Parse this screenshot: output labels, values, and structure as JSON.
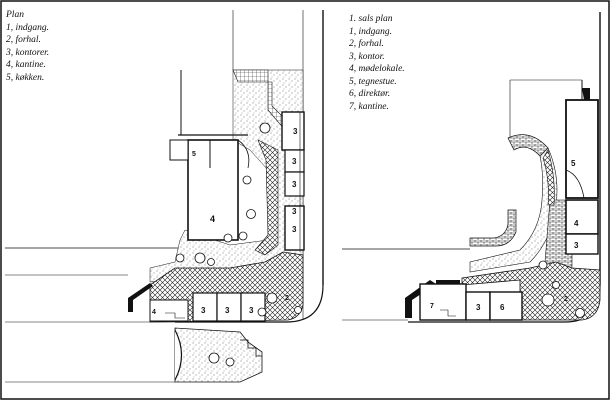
{
  "left_plan": {
    "title": "Plan",
    "items": [
      "1, indgang.",
      "2, forhal.",
      "3, kontorer.",
      "4, kantine.",
      "5, køkken."
    ],
    "room_labels": {
      "r3a": "3",
      "r3b": "3",
      "r3c": "3",
      "r3d": "3",
      "r3e": "3",
      "r3f": "3",
      "r3g": "3",
      "r3h": "3",
      "r4a": "4",
      "r4b": "4",
      "r5": "5",
      "r2": "2"
    }
  },
  "right_plan": {
    "title": "1. sals plan",
    "items": [
      "1, indgang.",
      "2, forhal.",
      "3, kontor.",
      "4, mødelokale.",
      "5, tegnestue.",
      "6, direktør.",
      "7, kantine."
    ],
    "room_labels": {
      "r5": "5",
      "r4": "4",
      "r3a": "3",
      "r3b": "3",
      "r6": "6",
      "r7": "7",
      "r2": "2"
    }
  },
  "colors": {
    "ink": "#111111",
    "paper": "#ffffff"
  }
}
